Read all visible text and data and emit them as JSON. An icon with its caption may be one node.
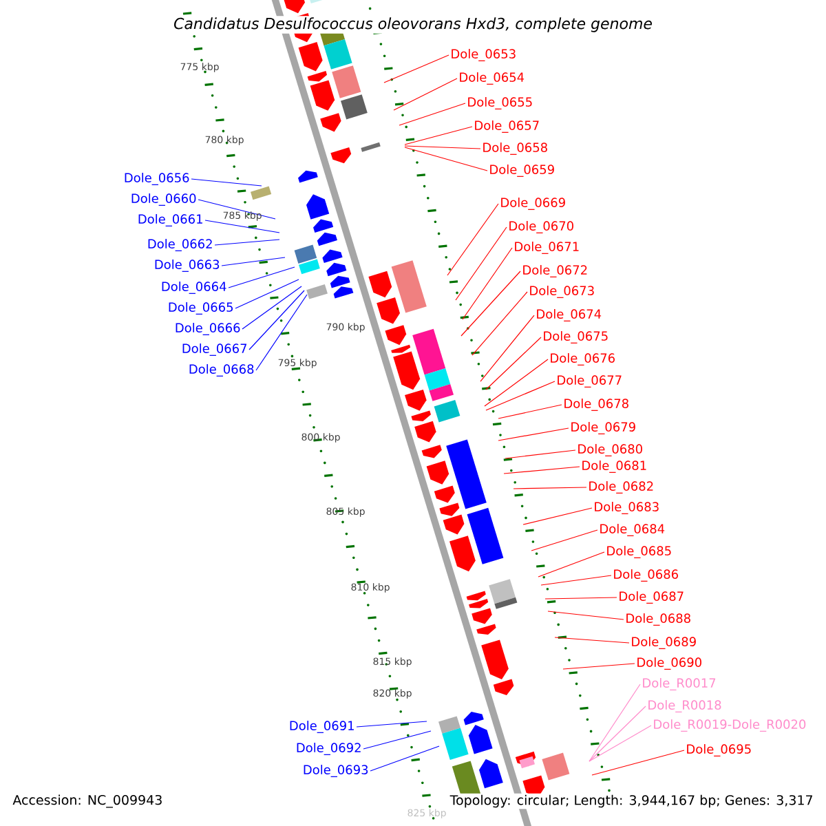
{
  "diagram": {
    "title": "Candidatus Desulfococcus oleovorans Hxd3, complete genome",
    "nodes": [
      {
        "text": [
          "Dole_0653"
        ]
      },
      {
        "text": [
          "Dole_0654"
        ]
      },
      {
        "text": [
          "Dole_0655"
        ]
      },
      {
        "text": [
          "Dole_0657"
        ]
      },
      {
        "text": [
          "Dole_0658"
        ]
      },
      {
        "text": [
          "Dole_0659"
        ]
      },
      {
        "text": [
          "Dole_0656"
        ]
      },
      {
        "text": [
          "Dole_0660"
        ]
      },
      {
        "text": [
          "Dole_0661"
        ]
      },
      {
        "text": [
          "Dole_0662"
        ]
      },
      {
        "text": [
          "Dole_0663"
        ]
      },
      {
        "text": [
          "Dole_0664"
        ]
      },
      {
        "text": [
          "Dole_0665"
        ]
      },
      {
        "text": [
          "Dole_0666"
        ]
      },
      {
        "text": [
          "Dole_0667"
        ]
      },
      {
        "text": [
          "Dole_0668"
        ]
      },
      {
        "text": [
          "Dole_0669"
        ]
      },
      {
        "text": [
          "Dole_0670"
        ]
      },
      {
        "text": [
          "Dole_0671"
        ]
      },
      {
        "text": [
          "Dole_0672"
        ]
      },
      {
        "text": [
          "Dole_0673"
        ]
      },
      {
        "text": [
          "Dole_0674"
        ]
      },
      {
        "text": [
          "Dole_0675"
        ]
      },
      {
        "text": [
          "Dole_0676"
        ]
      },
      {
        "text": [
          "Dole_0677"
        ]
      },
      {
        "text": [
          "Dole_0678"
        ]
      },
      {
        "text": [
          "Dole_0679"
        ]
      },
      {
        "text": [
          "Dole_0680"
        ]
      },
      {
        "text": [
          "Dole_0681"
        ]
      },
      {
        "text": [
          "Dole_0682"
        ]
      },
      {
        "text": [
          "Dole_0683"
        ]
      },
      {
        "text": [
          "Dole_0684"
        ]
      },
      {
        "text": [
          "Dole_0685"
        ]
      },
      {
        "text": [
          "Dole_0686"
        ]
      },
      {
        "text": [
          "Dole_0687"
        ]
      },
      {
        "text": [
          "Dole_0688"
        ]
      },
      {
        "text": [
          "Dole_0689"
        ]
      },
      {
        "text": [
          "Dole_0690"
        ]
      },
      {
        "text": [
          "Dole_0691"
        ]
      },
      {
        "text": [
          "Dole_0692"
        ]
      },
      {
        "text": [
          "Dole_0693"
        ]
      },
      {
        "text": [
          "Dole_R0017"
        ]
      },
      {
        "text": [
          "Dole_R0018"
        ]
      },
      {
        "text": [
          "Dole_R0019-Dole_R0020"
        ]
      },
      {
        "text": [
          "Dole_0695"
        ]
      }
    ],
    "edges": [
      {
        "from": 0,
        "to": null,
        "arrow": "none"
      },
      {
        "from": 1,
        "to": null,
        "arrow": "none"
      },
      {
        "from": 2,
        "to": null,
        "arrow": "none"
      },
      {
        "from": 3,
        "to": null,
        "arrow": "none"
      },
      {
        "from": 4,
        "to": null,
        "arrow": "none"
      },
      {
        "from": 5,
        "to": null,
        "arrow": "none"
      },
      {
        "from": 6,
        "to": null,
        "arrow": "none",
        "color": "#0000ff"
      },
      {
        "from": 7,
        "to": null,
        "arrow": "none",
        "color": "#0000ff"
      },
      {
        "from": 8,
        "to": null,
        "arrow": "none",
        "color": "#0000ff"
      },
      {
        "from": 9,
        "to": null,
        "arrow": "none",
        "color": "#0000ff"
      },
      {
        "from": 10,
        "to": null,
        "arrow": "none",
        "color": "#0000ff"
      },
      {
        "from": 11,
        "to": null,
        "arrow": "none",
        "color": "#0000ff"
      },
      {
        "from": 12,
        "to": null,
        "arrow": "none",
        "color": "#0000ff"
      },
      {
        "from": 13,
        "to": null,
        "arrow": "none",
        "color": "#0000ff"
      },
      {
        "from": 14,
        "to": null,
        "arrow": "none",
        "color": "#0000ff"
      },
      {
        "from": 15,
        "to": null,
        "arrow": "none",
        "color": "#0000ff"
      },
      {
        "from": 16,
        "to": null,
        "arrow": "none"
      },
      {
        "from": 17,
        "to": null,
        "arrow": "none"
      },
      {
        "from": 18,
        "to": null,
        "arrow": "none"
      },
      {
        "from": 19,
        "to": null,
        "arrow": "none"
      },
      {
        "from": 20,
        "to": null,
        "arrow": "none"
      },
      {
        "from": 21,
        "to": null,
        "arrow": "none"
      },
      {
        "from": 22,
        "to": null,
        "arrow": "none"
      },
      {
        "from": 23,
        "to": null,
        "arrow": "none"
      },
      {
        "from": 24,
        "to": null,
        "arrow": "none"
      },
      {
        "from": 25,
        "to": null,
        "arrow": "none"
      },
      {
        "from": 26,
        "to": null,
        "arrow": "none"
      },
      {
        "from": 27,
        "to": null,
        "arrow": "none"
      },
      {
        "from": 28,
        "to": null,
        "arrow": "none"
      },
      {
        "from": 29,
        "to": null,
        "arrow": "none"
      },
      {
        "from": 30,
        "to": null,
        "arrow": "none"
      },
      {
        "from": 31,
        "to": null,
        "arrow": "none"
      },
      {
        "from": 32,
        "to": null,
        "arrow": "none"
      },
      {
        "from": 33,
        "to": null,
        "arrow": "none"
      },
      {
        "from": 34,
        "to": null,
        "arrow": "none"
      },
      {
        "from": 35,
        "to": null,
        "arrow": "none"
      },
      {
        "from": 36,
        "to": null,
        "arrow": "none"
      },
      {
        "from": 37,
        "to": null,
        "arrow": "none"
      },
      {
        "from": 38,
        "to": null,
        "arrow": "none",
        "color": "#0000ff"
      },
      {
        "from": 39,
        "to": null,
        "arrow": "none",
        "color": "#0000ff"
      },
      {
        "from": 40,
        "to": null,
        "arrow": "none",
        "color": "#0000ff"
      },
      {
        "from": 41,
        "to": null,
        "arrow": "none",
        "color": "#ff8ccb"
      },
      {
        "from": 42,
        "to": null,
        "arrow": "none",
        "color": "#ff8ccb"
      },
      {
        "from": 43,
        "to": null,
        "arrow": "none",
        "color": "#ff8ccb"
      },
      {
        "from": 44,
        "to": null,
        "arrow": "none"
      }
    ],
    "labels": [
      "775 kbp",
      "780 kbp",
      "785 kbp",
      "790 kbp",
      "795 kbp",
      "800 kbp",
      "805 kbp",
      "810 kbp",
      "815 kbp",
      "820 kbp",
      "825 kbp",
      "Accession: NC_009943",
      "Topology: circular; Length: 3,944,167 bp; Genes: 3,317"
    ]
  }
}
